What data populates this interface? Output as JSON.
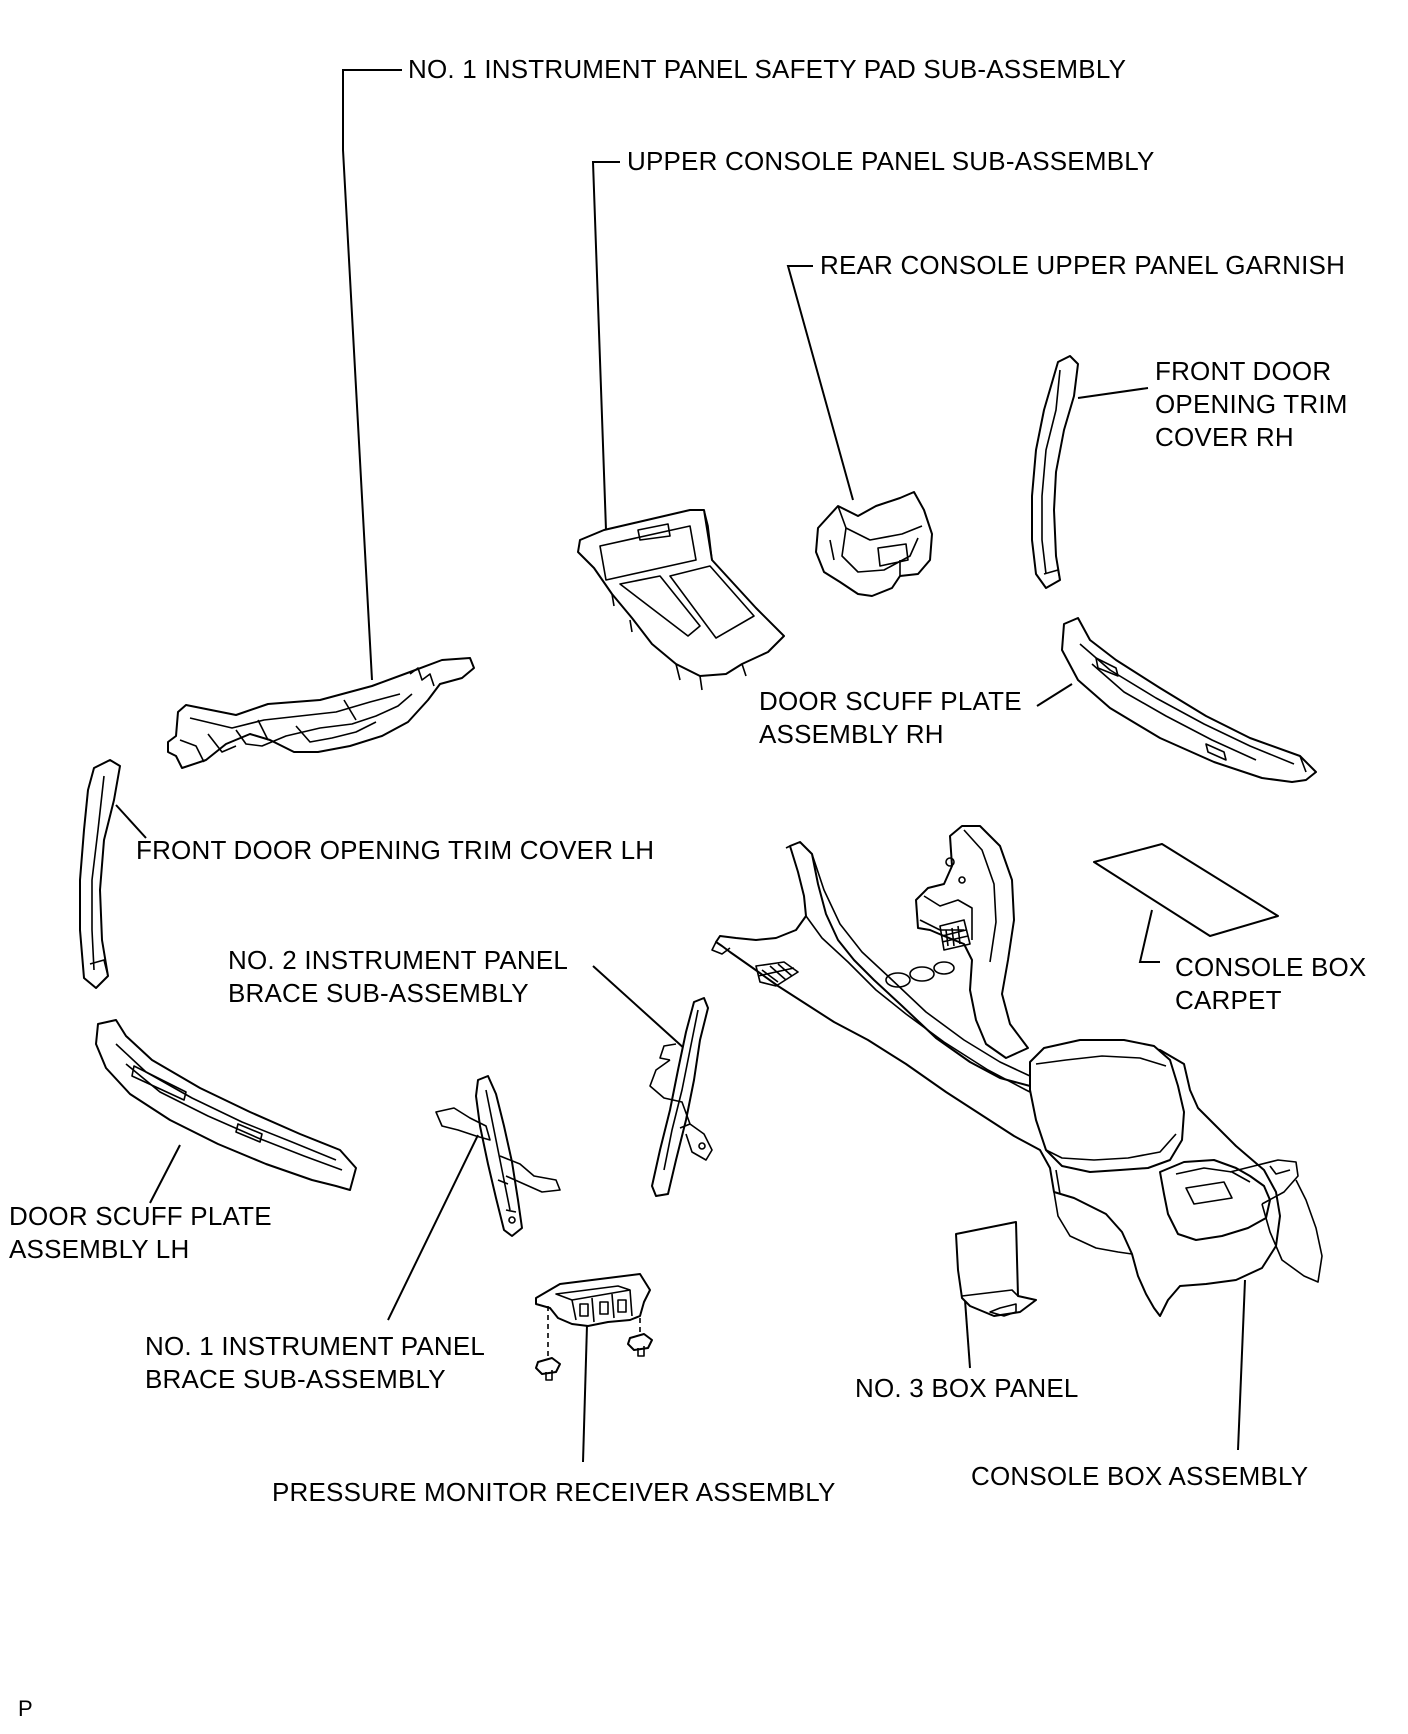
{
  "labels": {
    "safety_pad": "NO. 1 INSTRUMENT PANEL SAFETY PAD SUB-ASSEMBLY",
    "upper_console": "UPPER CONSOLE PANEL SUB-ASSEMBLY",
    "rear_garnish": "REAR CONSOLE UPPER PANEL GARNISH",
    "front_trim_rh_1": "FRONT DOOR",
    "front_trim_rh_2": "OPENING TRIM",
    "front_trim_rh_3": "COVER RH",
    "scuff_rh_1": "DOOR SCUFF PLATE",
    "scuff_rh_2": "ASSEMBLY RH",
    "front_trim_lh": "FRONT DOOR OPENING TRIM COVER LH",
    "brace2_1": "NO. 2 INSTRUMENT PANEL",
    "brace2_2": "BRACE SUB-ASSEMBLY",
    "carpet_1": "CONSOLE BOX",
    "carpet_2": "CARPET",
    "scuff_lh_1": "DOOR SCUFF PLATE",
    "scuff_lh_2": "ASSEMBLY LH",
    "brace1_1": "NO. 1 INSTRUMENT PANEL",
    "brace1_2": "BRACE SUB-ASSEMBLY",
    "box_panel": "NO. 3 BOX PANEL",
    "console_box": "CONSOLE BOX ASSEMBLY",
    "pressure_monitor": "PRESSURE MONITOR RECEIVER ASSEMBLY",
    "corner_mark": "P"
  }
}
